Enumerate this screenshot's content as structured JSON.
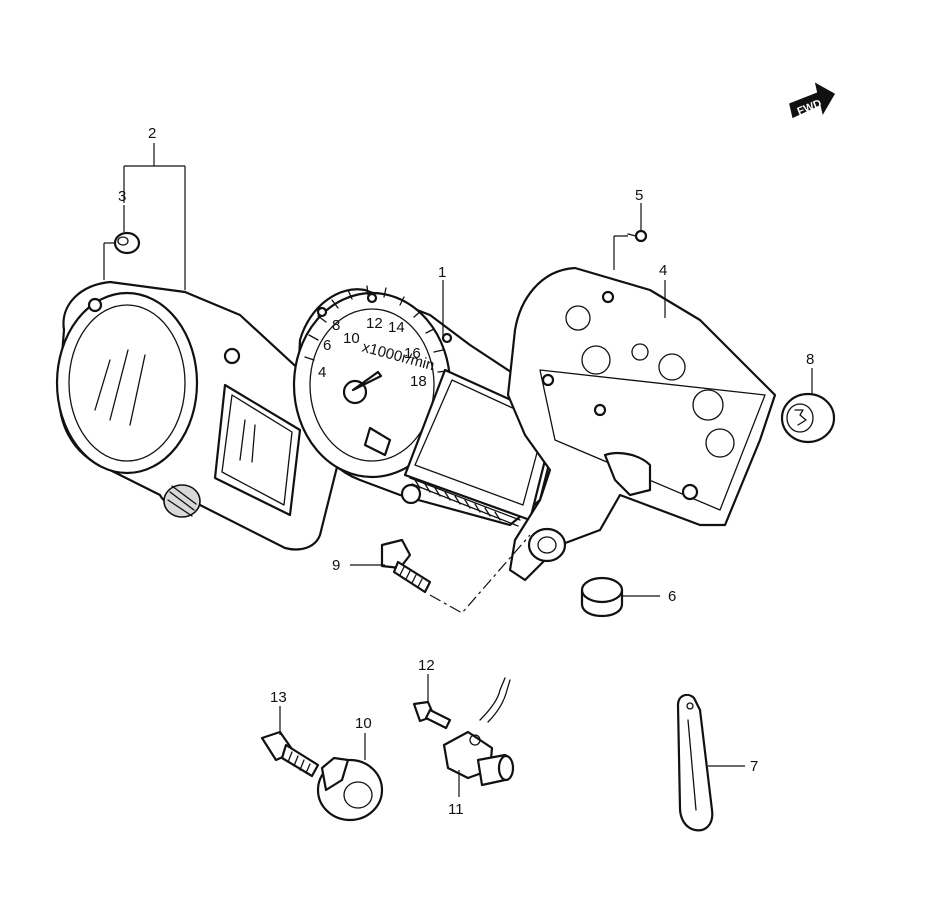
{
  "diagram": {
    "fwd_label": "FWD",
    "callouts": [
      {
        "id": "c1",
        "text": "1"
      },
      {
        "id": "c2",
        "text": "2"
      },
      {
        "id": "c3",
        "text": "3"
      },
      {
        "id": "c4",
        "text": "4"
      },
      {
        "id": "c5",
        "text": "5"
      },
      {
        "id": "c6",
        "text": "6"
      },
      {
        "id": "c7",
        "text": "7"
      },
      {
        "id": "c8",
        "text": "8"
      },
      {
        "id": "c9",
        "text": "9"
      },
      {
        "id": "c10",
        "text": "10"
      },
      {
        "id": "c11",
        "text": "11"
      },
      {
        "id": "c12",
        "text": "12"
      },
      {
        "id": "c13",
        "text": "13"
      }
    ],
    "tach_numbers": [
      "4",
      "6",
      "8",
      "10",
      "12",
      "14",
      "16",
      "18"
    ],
    "tach_unit": "x1000r/min"
  }
}
